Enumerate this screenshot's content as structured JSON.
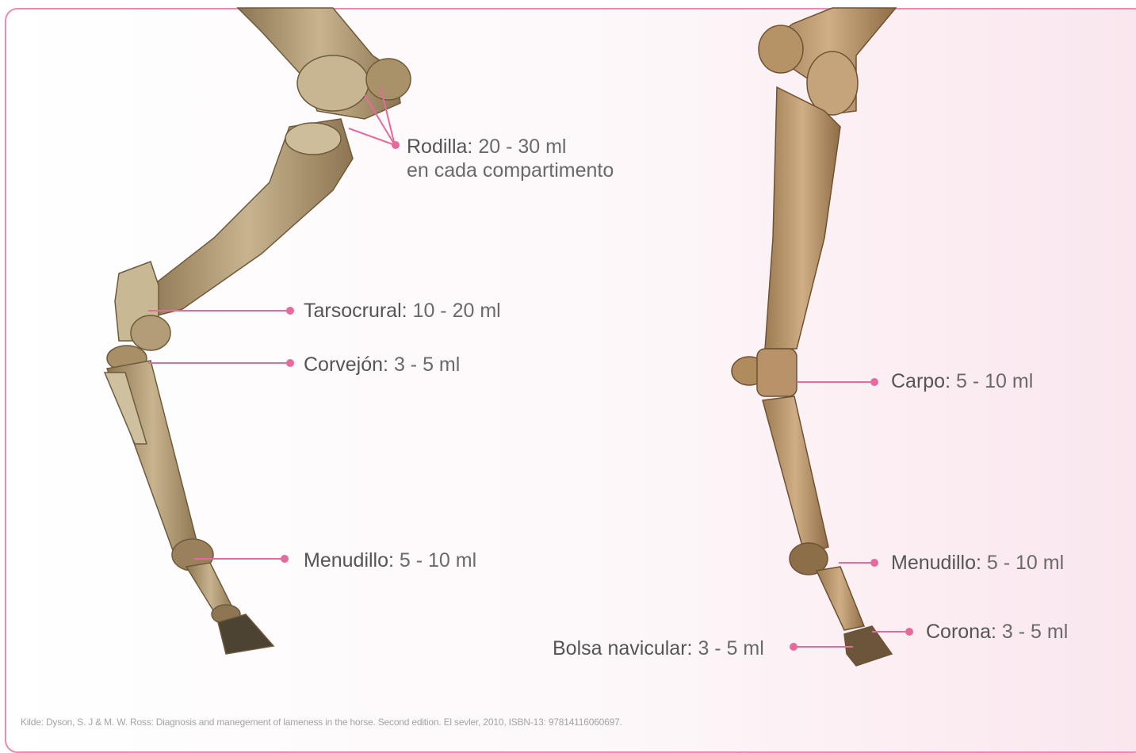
{
  "labels": {
    "rodilla": {
      "name": "Rodilla:",
      "value": "20 - 30 ml",
      "sub": "en cada compartimento"
    },
    "tarsocrural": {
      "name": "Tarsocrural:",
      "value": "10 - 20 ml"
    },
    "corvejon": {
      "name": "Corvejón:",
      "value": "3 - 5 ml"
    },
    "menudillo_hind": {
      "name": "Menudillo:",
      "value": "5 - 10 ml"
    },
    "carpo": {
      "name": "Carpo:",
      "value": "5 - 10 ml"
    },
    "menudillo_fore": {
      "name": "Menudillo:",
      "value": "5 - 10 ml"
    },
    "corona": {
      "name": "Corona:",
      "value": "3 - 5 ml"
    },
    "bolsa": {
      "name": "Bolsa navicular:",
      "value": "3 - 5 ml"
    }
  },
  "credit": "Kilde: Dyson, S. J & M. W. Ross: Diagnosis and manegement of lameness in the horse. Second edition. El sevler, 2010, ISBN-13: 97814116060697.",
  "colors": {
    "accent": "#e46b9c",
    "bone": "#b9a47c",
    "bone_dark": "#8a7350",
    "frame": "#e98bb2"
  },
  "icons": [
    "hind-leg-skeleton-illustration",
    "fore-leg-skeleton-illustration"
  ]
}
